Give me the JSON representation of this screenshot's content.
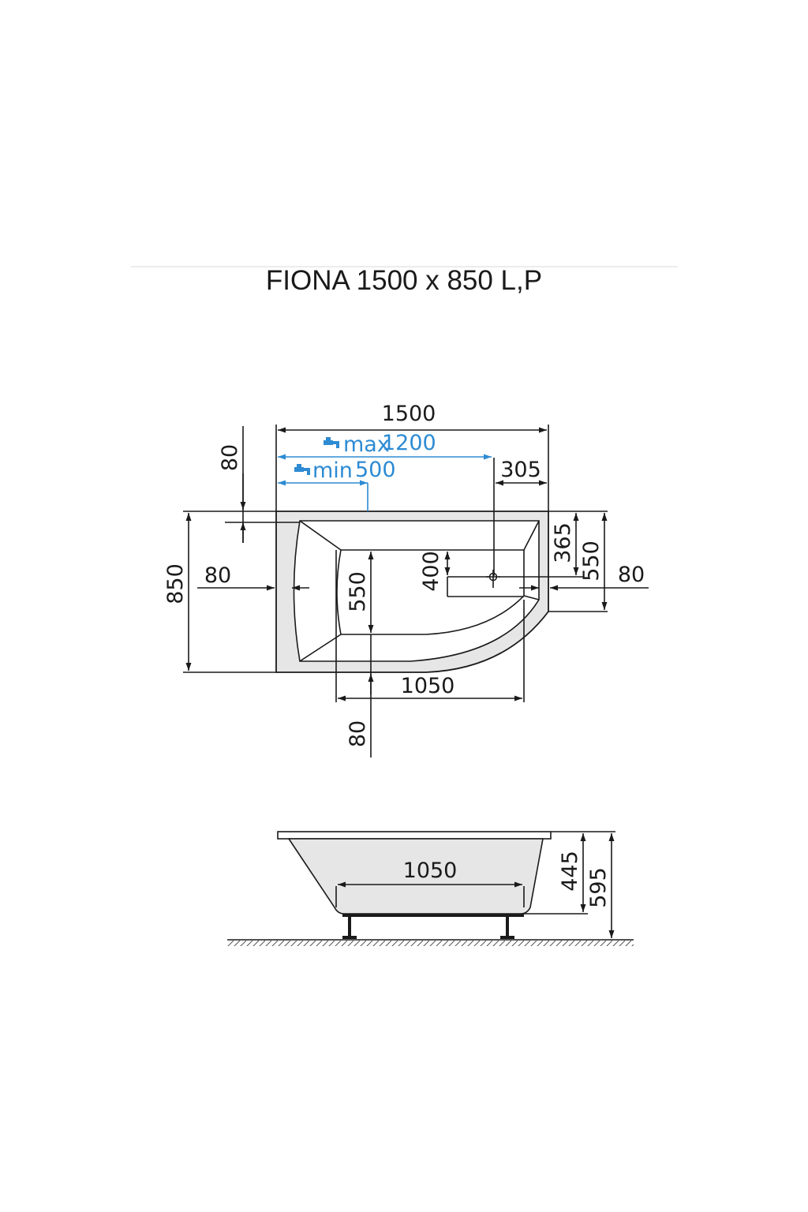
{
  "title": "FIONA 1500 x 850 L,P",
  "top_view": {
    "length": "1500",
    "max_label": "max",
    "max_value": "1200",
    "min_label": "min",
    "min_value": "500",
    "dist_305": "305",
    "rim_80_top": "80",
    "width_850": "850",
    "rim_80_left": "80",
    "inner_550_left": "550",
    "drain_400": "400",
    "drain_365": "365",
    "right_550": "550",
    "rim_80_right": "80",
    "bottom_1050": "1050",
    "rim_80_bottom": "80"
  },
  "side_view": {
    "bottom_1050": "1050",
    "depth_445": "445",
    "height_595": "595"
  },
  "icons": {
    "faucet": "faucet-icon"
  },
  "colors": {
    "accent": "#2d8bd3",
    "line": "#1a1a1a",
    "tub_fill": "#e8e8e8"
  }
}
